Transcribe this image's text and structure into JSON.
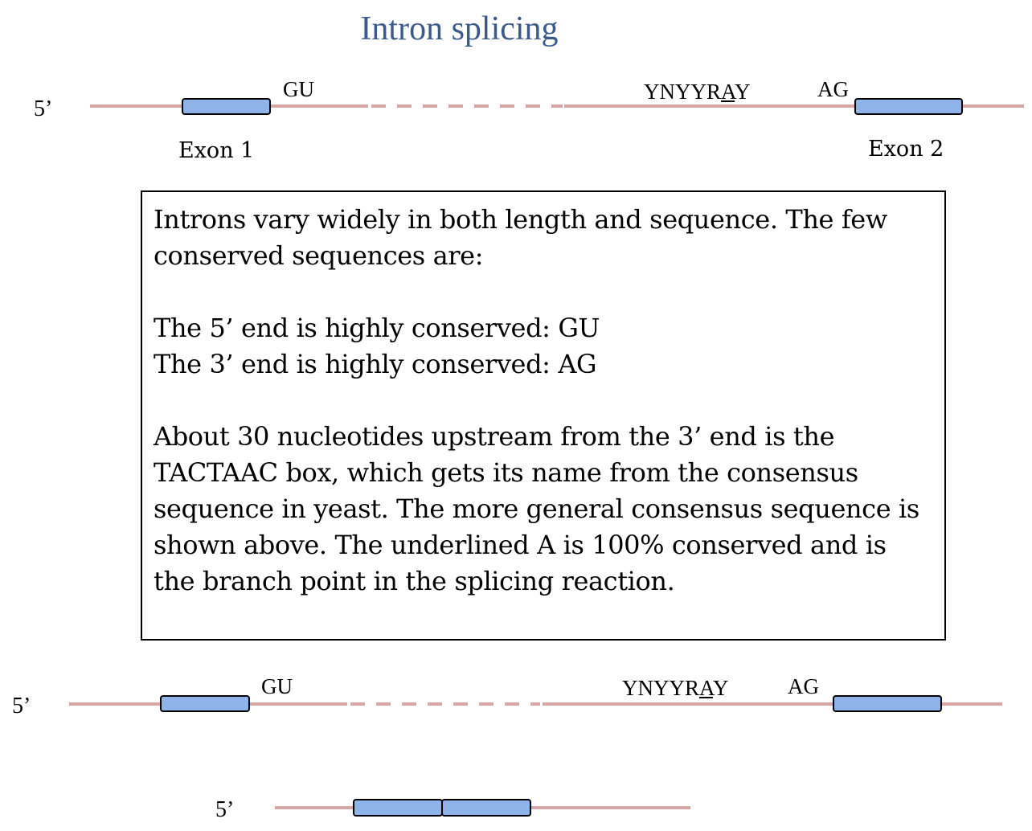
{
  "title": "Intron splicing",
  "colors": {
    "title": "#3a5a8c",
    "strand": "#d9a6a6",
    "exon_fill": "#8fb4ea",
    "exon_stroke": "#000000"
  },
  "diagram1": {
    "five_prime": "5’",
    "gu": "GU",
    "branch_pre": "YNYYR",
    "branch_a": "A",
    "branch_post": "Y",
    "ag": "AG",
    "exon1_label": "Exon 1",
    "exon2_label": "Exon 2"
  },
  "textbox": {
    "para1": "Introns vary widely in both length and sequence. The few conserved sequences are:",
    "line_5end": "The 5’ end is highly conserved: GU",
    "line_3end": "The 3’ end is highly conserved: AG",
    "para3": "About 30 nucleotides upstream from the 3’ end is the TACTAAC box, which gets its name from the consensus sequence in yeast. The more general consensus sequence is shown above. The underlined A is 100% conserved and is the branch point in the splicing reaction."
  },
  "diagram2": {
    "five_prime": "5’",
    "gu": "GU",
    "branch_pre": "YNYYR",
    "branch_a": "A",
    "branch_post": "Y",
    "ag": "AG"
  },
  "diagram3": {
    "five_prime": "5’"
  }
}
